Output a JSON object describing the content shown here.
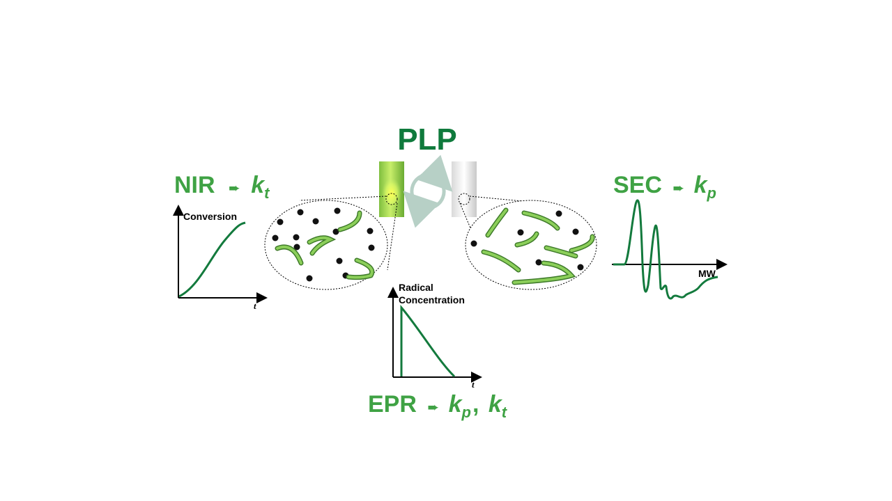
{
  "title": "PLP",
  "nir": {
    "method": "NIR",
    "arrow": "➨",
    "k": "k",
    "sub": "t",
    "y_label": "Conversion",
    "x_label": "t"
  },
  "sec": {
    "method": "SEC",
    "arrow": "➨",
    "k": "k",
    "sub": "p",
    "x_label": "MW"
  },
  "epr": {
    "method": "EPR",
    "arrow": "➨",
    "k1": "k",
    "sub1": "p",
    "sep": ",",
    "k2": "k",
    "sub2": "t",
    "y_label_line1": "Radical",
    "y_label_line2": "Concentration",
    "x_label": "t"
  },
  "colors": {
    "title": "#0f7a3c",
    "label_green": "#3fa244",
    "curve": "#137a3d",
    "chain": "#6ab04c",
    "chain_dark": "#3e7a2a"
  }
}
